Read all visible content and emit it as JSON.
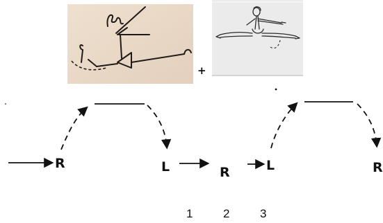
{
  "figure": {
    "plus_sign": "+",
    "foot_labels": [
      "R",
      "L",
      "R",
      "L",
      "R"
    ],
    "step_numbers": [
      "1",
      "2",
      "3"
    ]
  },
  "colors": {
    "ink": "#111111",
    "paper_left": "#ecdccb",
    "paper_right": "#ececec",
    "pencil": "#2a2a2a"
  },
  "icons": {
    "left_image": "stick-figure-sketch",
    "right_image": "dancer-leap-drawing"
  }
}
